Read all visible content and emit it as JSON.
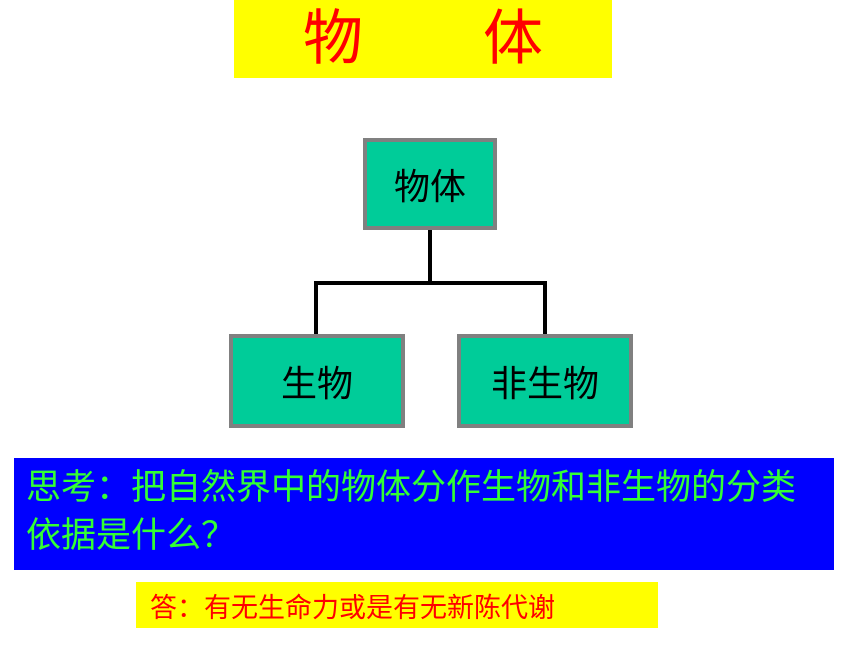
{
  "title": "物　　体",
  "tree": {
    "root": "物体",
    "children": [
      "生物",
      "非生物"
    ]
  },
  "question": "思考：把自然界中的物体分作生物和非生物的分类依据是什么？",
  "answer": "答：有无生命力或是有无新陈代谢",
  "colors": {
    "title_bg": "#ffff00",
    "title_text": "#ff0000",
    "node_fill": "#00cc99",
    "node_border": "#808080",
    "question_bg": "#0000ff",
    "question_text": "#33ff33",
    "answer_bg": "#ffff00",
    "answer_text": "#ff0000"
  }
}
